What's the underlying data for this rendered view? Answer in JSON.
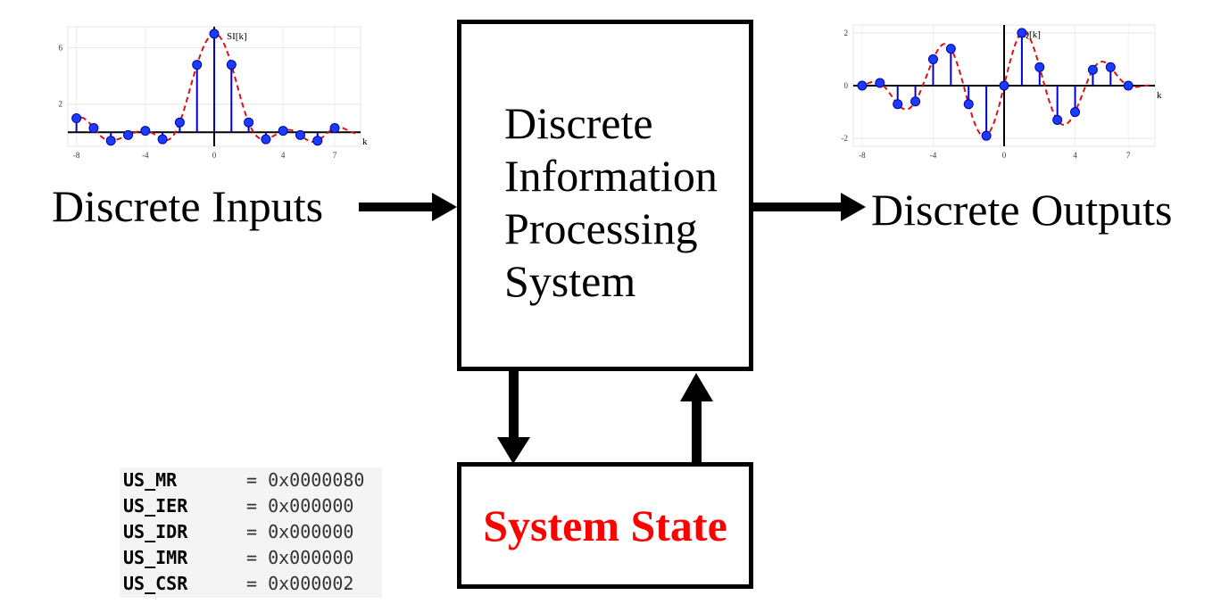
{
  "diagram": {
    "inputs_label": "Discrete Inputs",
    "outputs_label": "Discrete Outputs",
    "processor_lines": [
      "Discrete",
      "Information",
      "Processing",
      "System"
    ],
    "state_label": "System State",
    "state_color": "#ff0000"
  },
  "registers": [
    {
      "name": "US_MR",
      "value": "=  0x0000080"
    },
    {
      "name": "US_IER",
      "value": "=  0x000000"
    },
    {
      "name": "US_IDR",
      "value": "=  0x000000"
    },
    {
      "name": "US_IMR",
      "value": "=  0x000000"
    },
    {
      "name": "US_CSR",
      "value": "=  0x000002"
    }
  ],
  "chart_data": [
    {
      "type": "scatter",
      "title": "S_I[k]",
      "xlabel": "k",
      "x_ticks": [
        "-8",
        "-4",
        "0",
        "4",
        "7"
      ],
      "y_ticks": [
        "6",
        "2"
      ],
      "xlim": [
        -8.5,
        8.5
      ],
      "ylim": [
        -1,
        7.5
      ],
      "x": [
        -8,
        -7,
        -6,
        -5,
        -4,
        -3,
        -2,
        -1,
        0,
        1,
        2,
        3,
        4,
        5,
        6,
        7
      ],
      "values": [
        1.0,
        0.3,
        -0.6,
        -0.2,
        0.1,
        -0.5,
        0.7,
        4.8,
        7.0,
        4.8,
        0.7,
        -0.5,
        0.1,
        -0.2,
        -0.6,
        0.3
      ],
      "series_color": "#1a3cff",
      "stem_color": "#0000cc",
      "curve_color": "#dd1111"
    },
    {
      "type": "scatter",
      "title": "S_Q[k]",
      "xlabel": "k",
      "x_ticks": [
        "-8",
        "-4",
        "0",
        "4",
        "7"
      ],
      "y_ticks": [
        "2",
        "0",
        "-2"
      ],
      "xlim": [
        -8.5,
        8.5
      ],
      "ylim": [
        -2.3,
        2.3
      ],
      "x": [
        -8,
        -7,
        -6,
        -5,
        -4,
        -3,
        -2,
        -1,
        0,
        1,
        2,
        3,
        4,
        5,
        6,
        7
      ],
      "values": [
        0,
        0.1,
        -0.7,
        -0.6,
        1.0,
        1.4,
        -0.7,
        -1.9,
        0,
        2.0,
        0.7,
        -1.3,
        -1.0,
        0.6,
        0.7,
        0
      ],
      "series_color": "#1a3cff",
      "stem_color": "#0000cc",
      "curve_color": "#dd1111"
    }
  ]
}
